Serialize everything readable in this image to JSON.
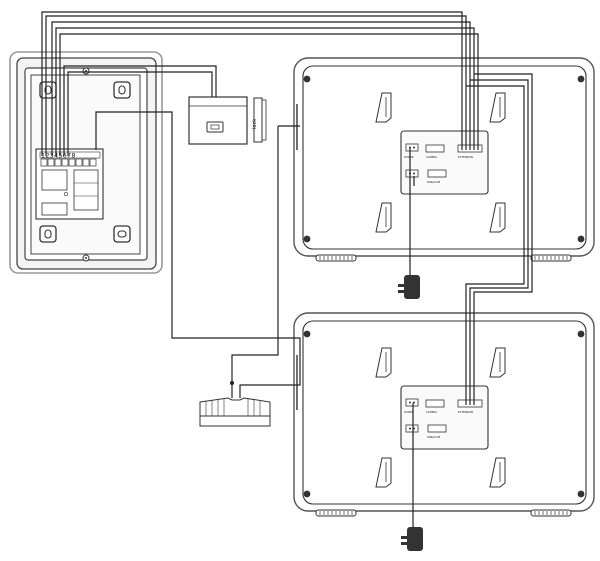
{
  "outdoor_station": {
    "terminal_numbers": "12345678"
  },
  "door_lock": {
    "label": "lock"
  },
  "monitors": [
    {
      "port_labels": [
        "POWER",
        "CAMERA",
        "EXTENSION",
        "RING/CAM"
      ]
    },
    {
      "port_labels": [
        "POWER",
        "CAMERA",
        "EXTENSION",
        "RING/CAM"
      ]
    }
  ],
  "colors": {
    "line": "#222222",
    "housing": "#f4f4f4",
    "panel": "#fafafa",
    "border": "#9a9a9a",
    "background": "#ffffff"
  },
  "icons": [
    "door-lock-icon",
    "exit-button-icon",
    "power-adapter-icon",
    "bracket-mount-icon",
    "screw-icon",
    "speaker-grille-icon"
  ]
}
